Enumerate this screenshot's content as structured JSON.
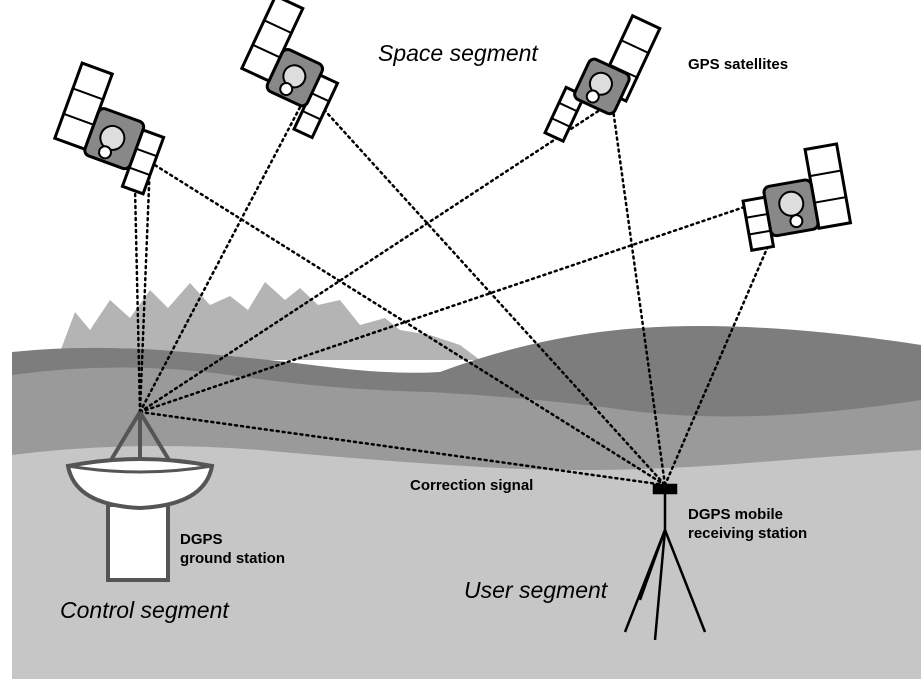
{
  "labels": {
    "space_segment": "Space segment",
    "gps_satellites": "GPS satellites",
    "correction_signal": "Correction signal",
    "ground_station_line1": "DGPS",
    "ground_station_line2": "ground station",
    "mobile_line1": "DGPS mobile",
    "mobile_line2": "receiving station",
    "user_segment": "User segment",
    "control_segment": "Control segment"
  },
  "colors": {
    "mountains": "#b4b4b4",
    "hills_dark": "#7d7d7d",
    "hills_mid": "#9a9a9a",
    "ground": "#c6c6c6",
    "ink": "#000000"
  }
}
